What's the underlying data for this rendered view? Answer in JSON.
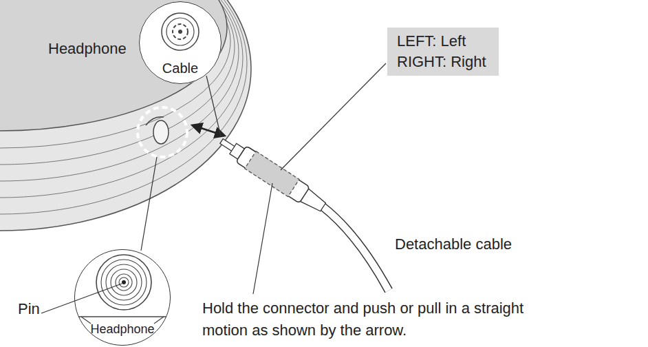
{
  "diagram": {
    "nodes": [
      {
        "text": [
          "Headphone"
        ]
      },
      {
        "text": [
          "Cable"
        ]
      },
      {
        "text": [
          "LEFT: Left",
          "RIGHT: Right"
        ]
      },
      {
        "text": [
          "Headphone"
        ]
      }
    ],
    "labels": [
      "Pin",
      "Detachable cable",
      "Hold the connector and push or pull in a straight motion as shown by the arrow."
    ]
  }
}
